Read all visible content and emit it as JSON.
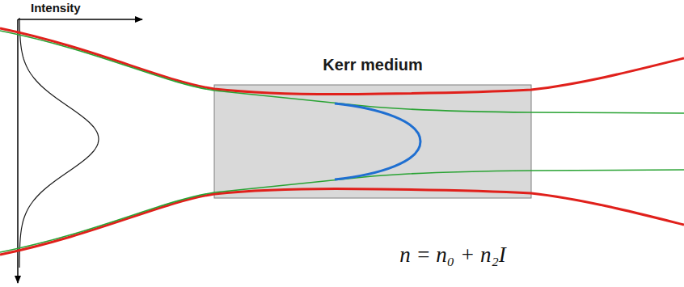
{
  "diagram": {
    "nodes": [
      {
        "text": [
          "Kerr medium"
        ]
      }
    ],
    "labels": [
      "Intensity",
      "n = n₀ + n₂I"
    ]
  }
}
